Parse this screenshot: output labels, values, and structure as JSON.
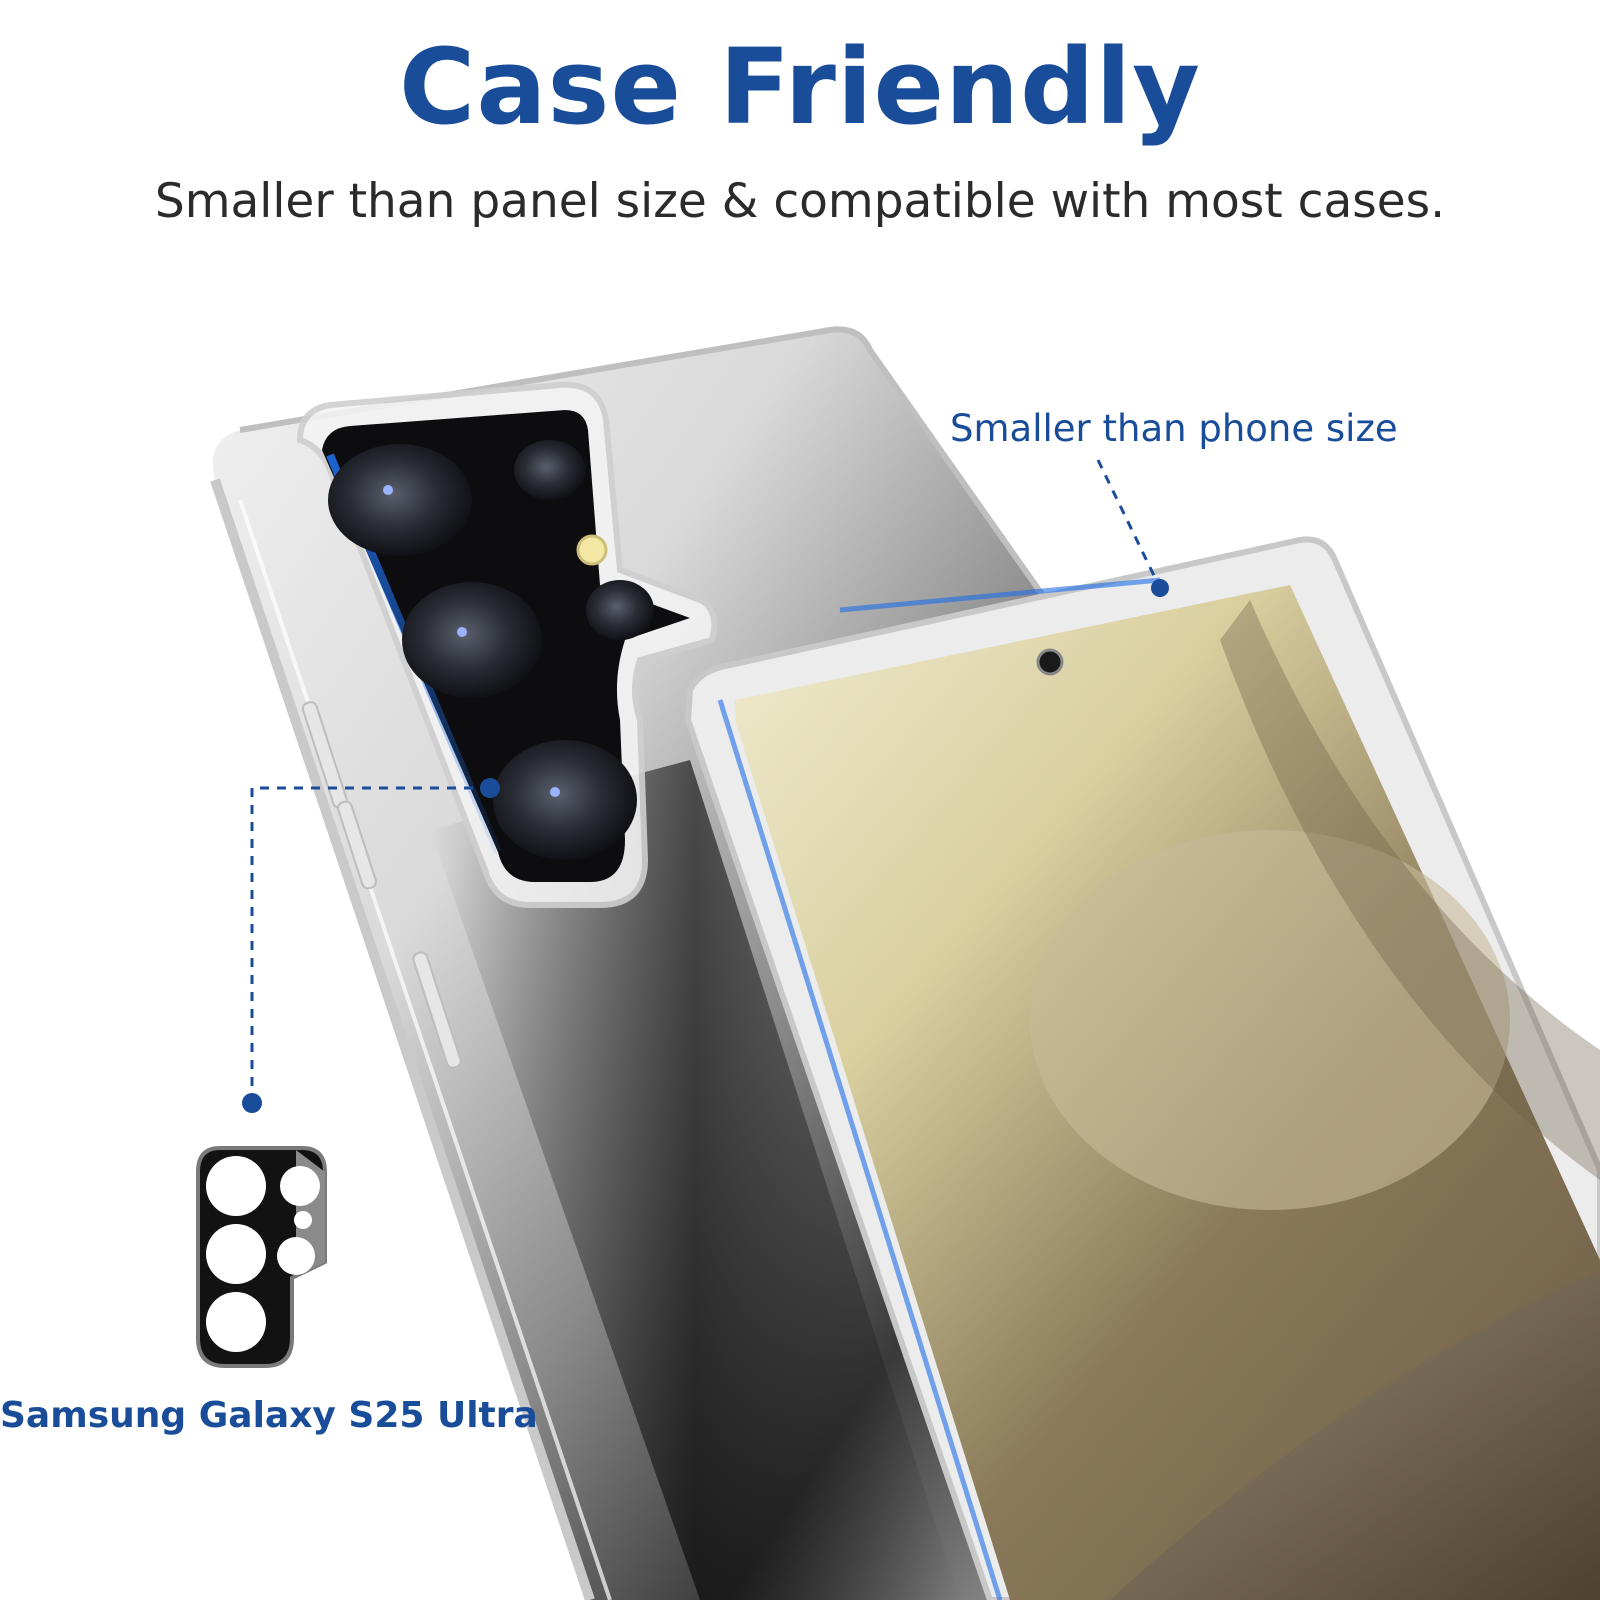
{
  "headline": "Case Friendly",
  "subline": "Smaller than panel size & compatible with most cases.",
  "callouts": {
    "phone_size": "Smaller than phone size"
  },
  "product": {
    "model": "Samsung Galaxy S25 Ultra"
  },
  "colors": {
    "accent_blue": "#1a4d99",
    "text_dark": "#2b2b2b",
    "background": "#ffffff"
  },
  "icons": {
    "lens_protector": "camera-lens-protector-icon",
    "phone_back": "phone-back-illustration",
    "phone_front": "phone-front-illustration"
  }
}
